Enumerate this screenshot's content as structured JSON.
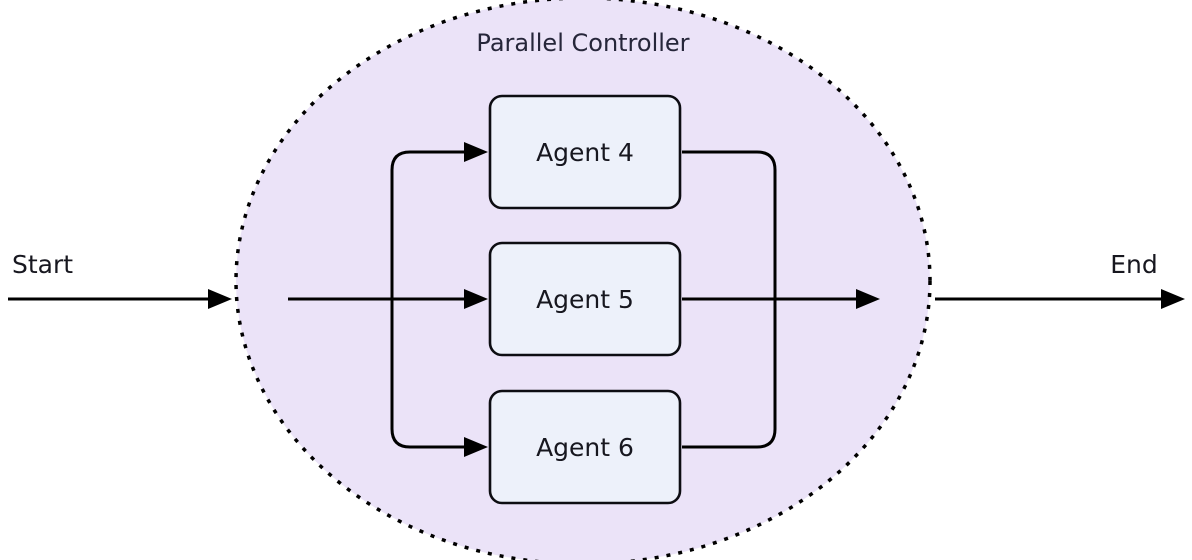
{
  "diagram": {
    "title": "Parallel Controller",
    "start_label": "Start",
    "end_label": "End",
    "agents": [
      {
        "label": "Agent 4"
      },
      {
        "label": "Agent 5"
      },
      {
        "label": "Agent 6"
      }
    ],
    "colors": {
      "container_fill": "#ebe3f8",
      "container_stroke": "#000000",
      "node_fill": "#edf1fa",
      "node_stroke": "#0d0d12",
      "edge": "#000000",
      "text": "#17171f"
    }
  }
}
